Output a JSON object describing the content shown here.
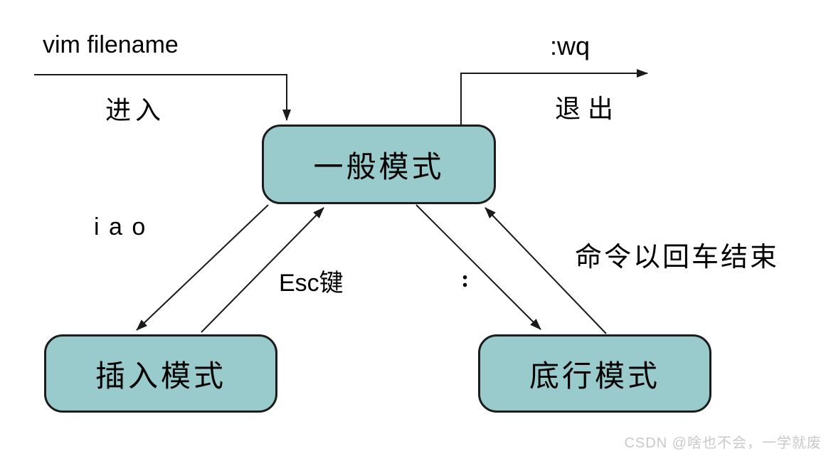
{
  "diagram": {
    "nodes": {
      "normal": {
        "label": "一般模式"
      },
      "insert": {
        "label": "插入模式"
      },
      "lastline": {
        "label": "底行模式"
      }
    },
    "edge_labels": {
      "vim_filename": "vim filename",
      "enter": "进入",
      "wq": ":wq",
      "exit": "退出",
      "iao": "i a o",
      "esc_key": "Esc键",
      "colon": ":",
      "command_note": "命令以回车结束"
    },
    "watermark": "CSDN @啥也不会，一学就废",
    "colors": {
      "node_fill": "#9acbcc",
      "node_border": "#1c1c1c",
      "line": "#1a1a1a",
      "text": "#000000",
      "watermark": "#c9c9c9",
      "background": "#ffffff"
    }
  }
}
